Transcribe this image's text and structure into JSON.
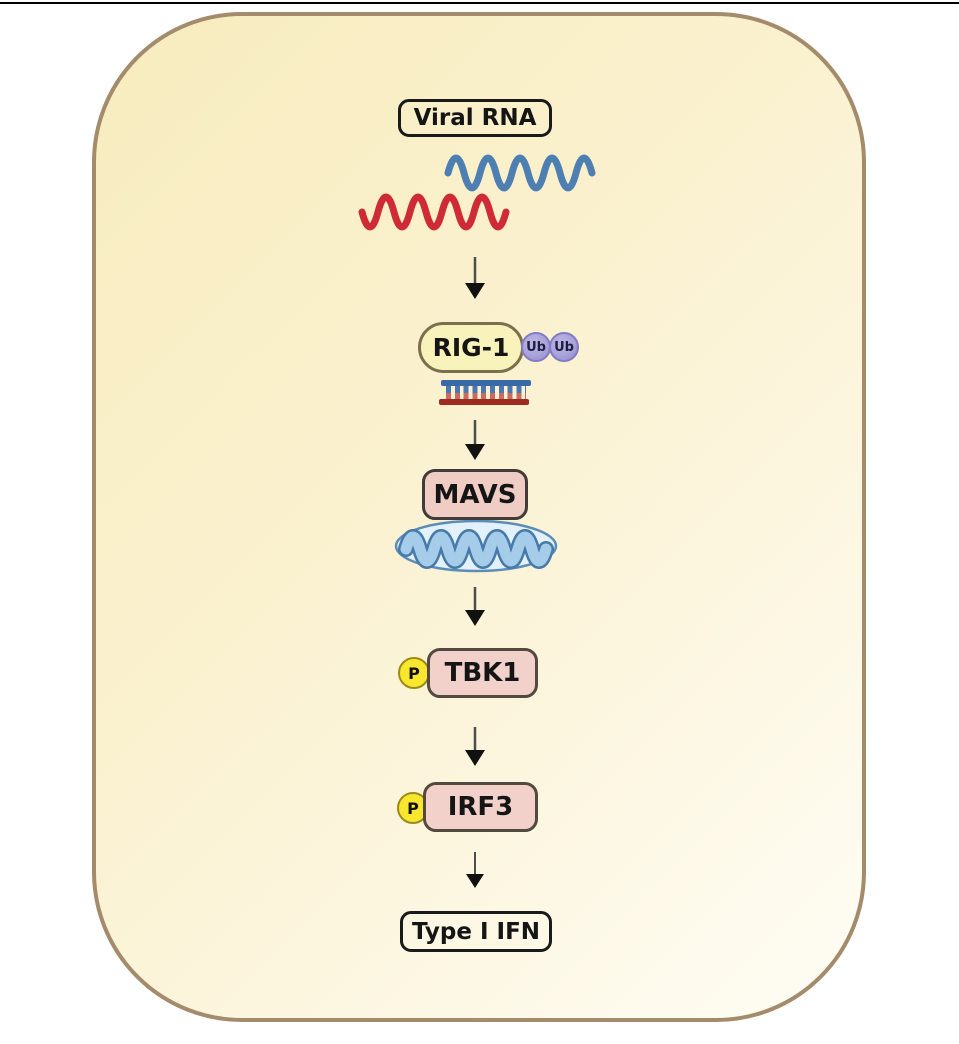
{
  "diagram": {
    "type": "signaling-pathway",
    "cell": {
      "border_color": "#a38b6b",
      "fill_top_left": "#f8ecbe",
      "fill_bottom_right": "#fffdf5",
      "top_line_color": "#000000"
    },
    "pathway": {
      "sequence": [
        "Viral RNA",
        "RIG-1",
        "MAVS",
        "TBK1",
        "IRF3",
        "Type I IFN"
      ],
      "arrow_stem_color": "#4d4d4d",
      "arrowhead_color": "#111111",
      "nodes": {
        "viral_rna": {
          "label": "Viral RNA"
        },
        "rna_strands": {
          "blue_strand_color": "#4e7fb3",
          "red_strand_color": "#cf2b36"
        },
        "rig1": {
          "label": "RIG-1",
          "fill": "#f8f3bb",
          "border": "#7c6f4e"
        },
        "ubiquitin": {
          "label": "Ub",
          "count": 2,
          "fill": "#a9a3da",
          "border": "#837cc4"
        },
        "dsrna": {
          "top_rail_color": "#3a69a8",
          "bottom_rail_color": "#9e2a20",
          "rung_blue": "#4a78b2",
          "rung_red": "#cb6a60"
        },
        "mavs": {
          "label": "MAVS",
          "fill": "#efccc4",
          "border": "#413c38"
        },
        "mitochondrion": {
          "outer_fill": "#e2f1fb",
          "outer_border": "#5c8cb8",
          "cristae_fill": "#a5cce9",
          "cristae_border": "#477aa9"
        },
        "tbk1": {
          "label": "TBK1",
          "fill": "#f2d1ca",
          "border": "#53493f"
        },
        "irf3": {
          "label": "IRF3",
          "fill": "#f2d1ca",
          "border": "#53493f"
        },
        "phospho": {
          "label": "P",
          "fill": "#f8e72e",
          "border": "#9b8b15"
        },
        "type_i_ifn": {
          "label": "Type I IFN"
        }
      }
    }
  }
}
